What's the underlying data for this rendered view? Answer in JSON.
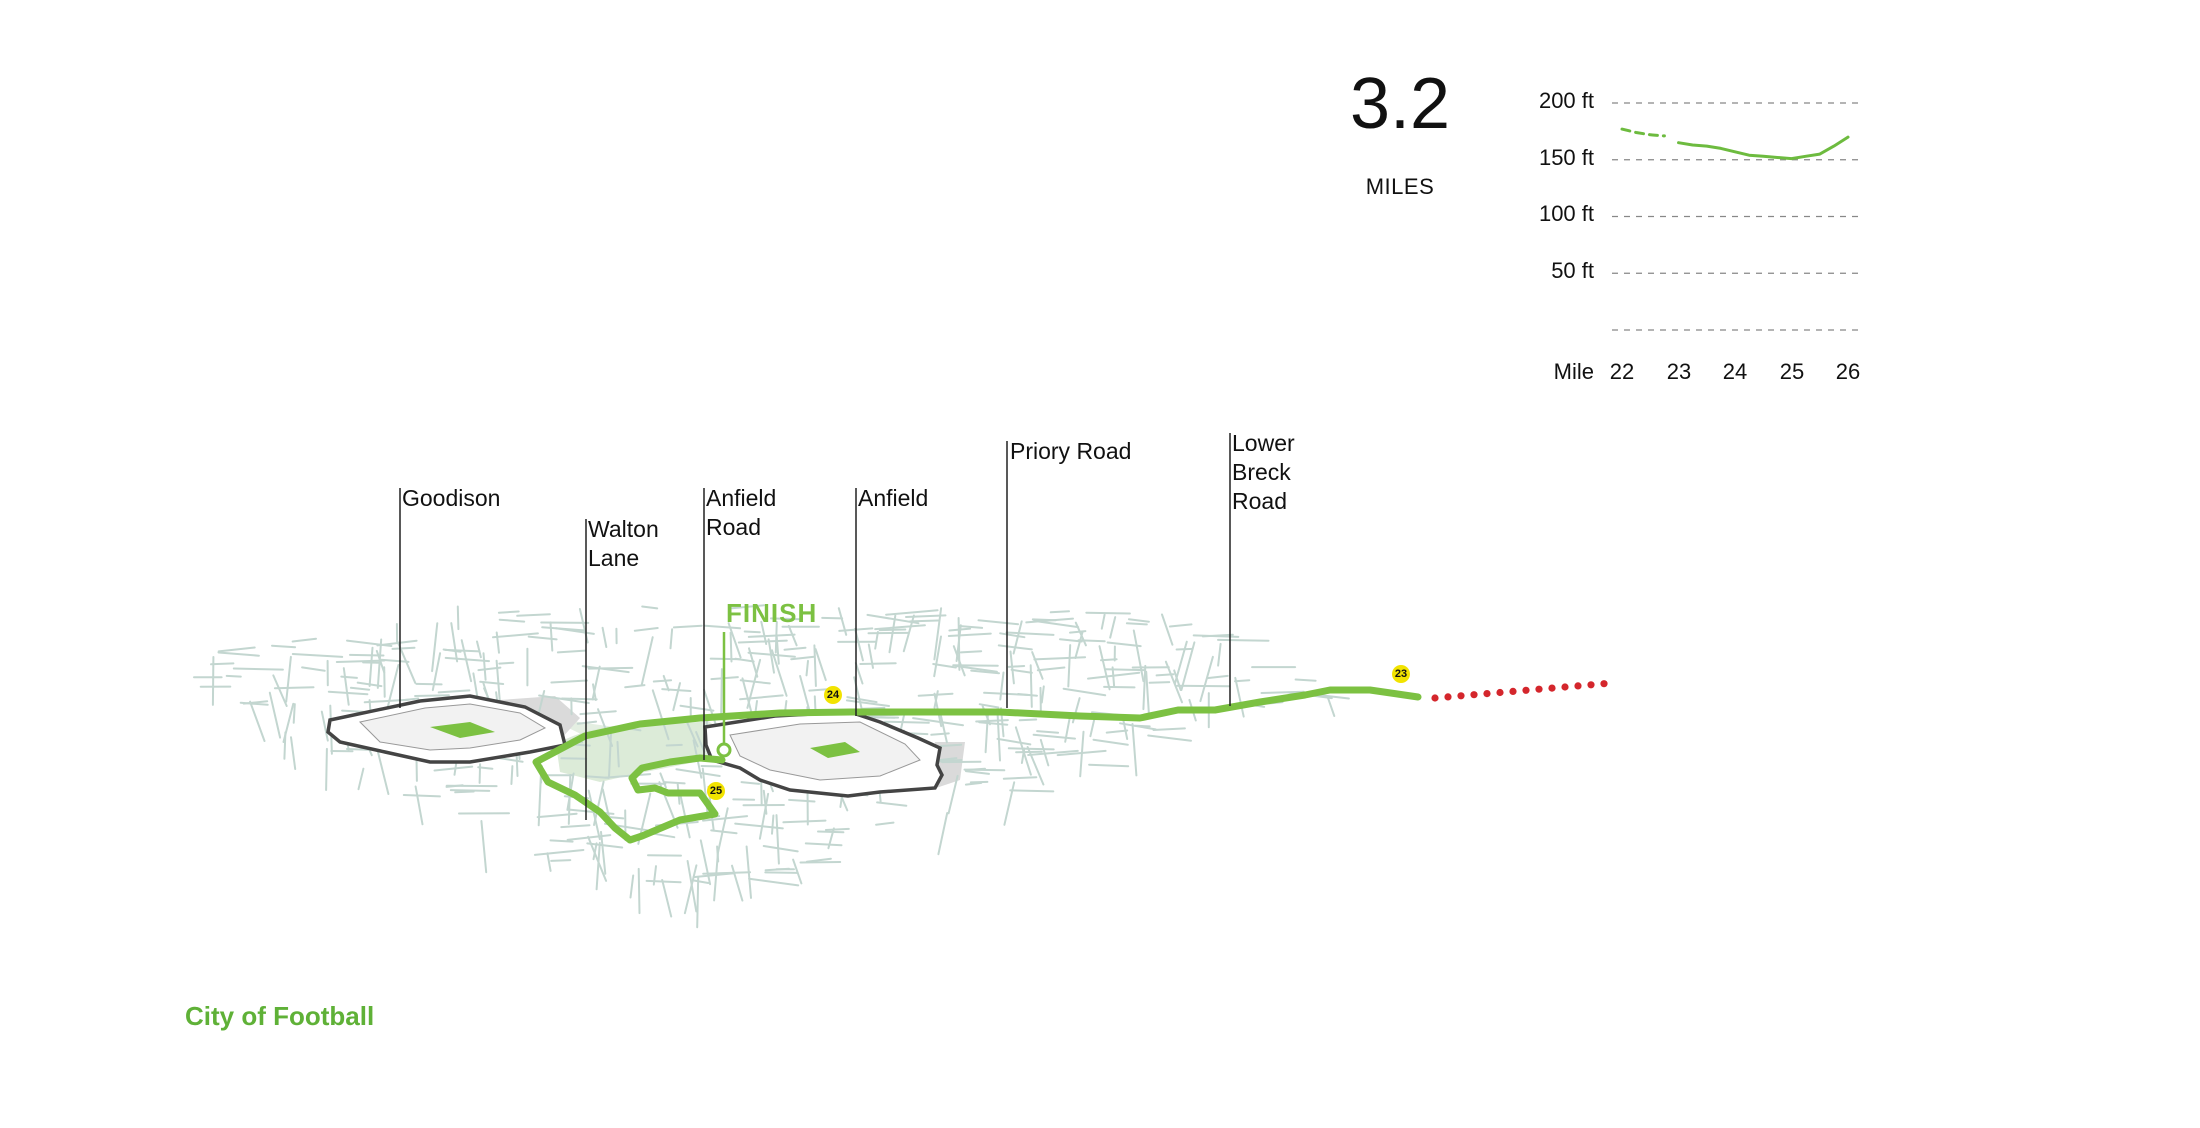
{
  "distance": {
    "value": "3.2",
    "unit": "MILES"
  },
  "elevation_chart": {
    "y_ticks": [
      "200 ft",
      "150 ft",
      "100 ft",
      "50 ft"
    ],
    "x_label": "Mile",
    "x_ticks": [
      "22",
      "23",
      "24",
      "25",
      "26"
    ],
    "line_color": "#6dbb3f"
  },
  "chart_data": {
    "type": "line",
    "title": "",
    "xlabel": "Mile",
    "ylabel": "",
    "xlim": [
      22,
      26
    ],
    "ylim": [
      0,
      200
    ],
    "grid": true,
    "series": [
      {
        "style": "dashed",
        "x": [
          22.0,
          22.25,
          22.5,
          22.75
        ],
        "y": [
          177,
          174,
          172,
          171
        ]
      },
      {
        "style": "solid",
        "x": [
          23.0,
          23.25,
          23.5,
          23.75,
          24.0,
          24.25,
          24.5,
          24.75,
          25.0,
          25.25,
          25.5,
          25.75,
          26.0
        ],
        "y": [
          165,
          163,
          162,
          160,
          157,
          154,
          153,
          152,
          151,
          153,
          155,
          162,
          170
        ]
      }
    ]
  },
  "map": {
    "title": "City of Football",
    "finish_label": "FINISH",
    "route_color": "#7cc142",
    "continuation_color": "#d4262c",
    "street_color": "#c3d6d0",
    "callouts": [
      {
        "lines": [
          "Goodison"
        ]
      },
      {
        "lines": [
          "Walton",
          "Lane"
        ]
      },
      {
        "lines": [
          "Anfield",
          "Road"
        ]
      },
      {
        "lines": [
          "Anfield"
        ]
      },
      {
        "lines": [
          "Priory Road"
        ]
      },
      {
        "lines": [
          "Lower",
          "Breck",
          "Road"
        ]
      }
    ],
    "mile_markers": [
      "23",
      "24",
      "25"
    ]
  }
}
